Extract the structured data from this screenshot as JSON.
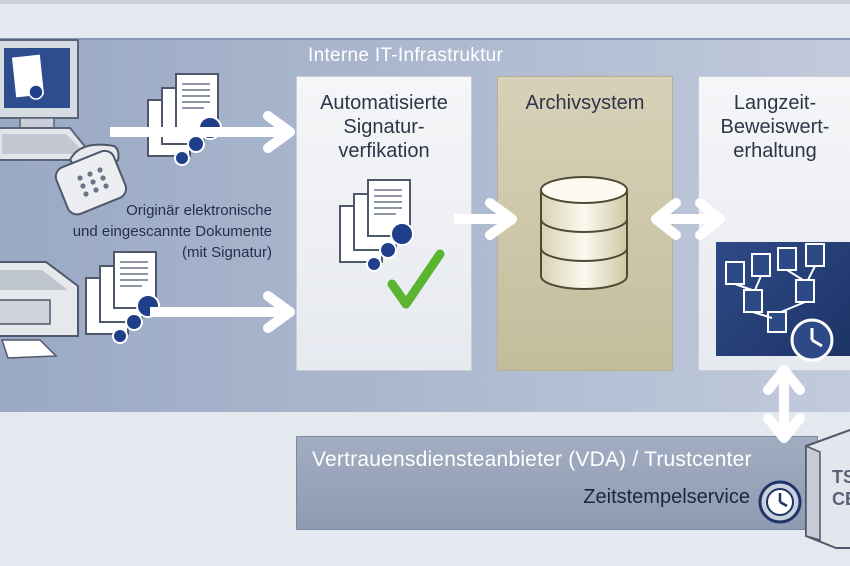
{
  "infrastructure": {
    "title": "Interne IT-Infrastruktur"
  },
  "boxes": {
    "signature": {
      "title": "Automatisierte\nSignatur-\nverfikation"
    },
    "archive": {
      "title": "Archivsystem"
    },
    "longterm": {
      "title": "Langzeit-\nBeweiswert-\nerhaltung"
    }
  },
  "caption": "Originär elektronische\nund eingescannte Dokumente\n(mit Signatur)",
  "trust": {
    "title": "Vertrauensdiensteanbieter (VDA) / Trustcenter",
    "service": "Zeitstempelservice",
    "server_label": "TS\nCE"
  },
  "colors": {
    "arrow": "#ffffff",
    "check": "#5cb531",
    "seal": "#1f3f8a",
    "panel": "#1d3366"
  },
  "icons": [
    "computer-icon",
    "telephone-icon",
    "scanner-icon",
    "document-stack-icon",
    "database-icon",
    "tree-icon",
    "clock-icon",
    "server-icon",
    "checkmark-icon"
  ]
}
